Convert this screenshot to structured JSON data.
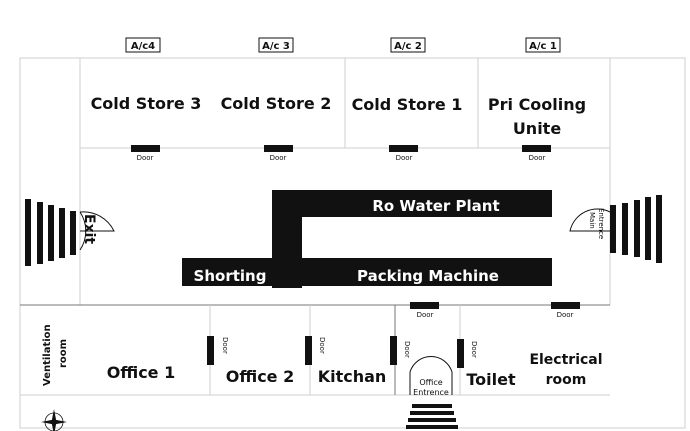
{
  "ac_units": [
    "A/c4",
    "A/c 3",
    "A/c 2",
    "A/c 1"
  ],
  "rooms": {
    "cold_store_3": "Cold Store 3",
    "cold_store_2": "Cold Store 2",
    "cold_store_1": "Cold Store 1",
    "pri_cooling_line1": "Pri Cooling",
    "pri_cooling_line2": "Unite",
    "ro_water_plant": "Ro Water Plant",
    "packing_machine": "Packing Machine",
    "shorting": "Shorting",
    "exit": "Exit",
    "ventilation_line1": "Ventilation",
    "ventilation_line2": "room",
    "office_1": "Office 1",
    "office_2": "Office 2",
    "kitchan": "Kitchan",
    "toilet": "Toilet",
    "electrical_line1": "Electrical",
    "electrical_line2": "room",
    "office_entrance_line1": "Office",
    "office_entrance_line2": "Entrence",
    "main_entrance_line1": "Main",
    "main_entrance_line2": "Entrence"
  },
  "door_label": "Door",
  "colors": {
    "ink": "#111111",
    "wall": "#cfcfcf",
    "background": "#ffffff"
  },
  "icons": [
    "compass-rose-icon"
  ]
}
